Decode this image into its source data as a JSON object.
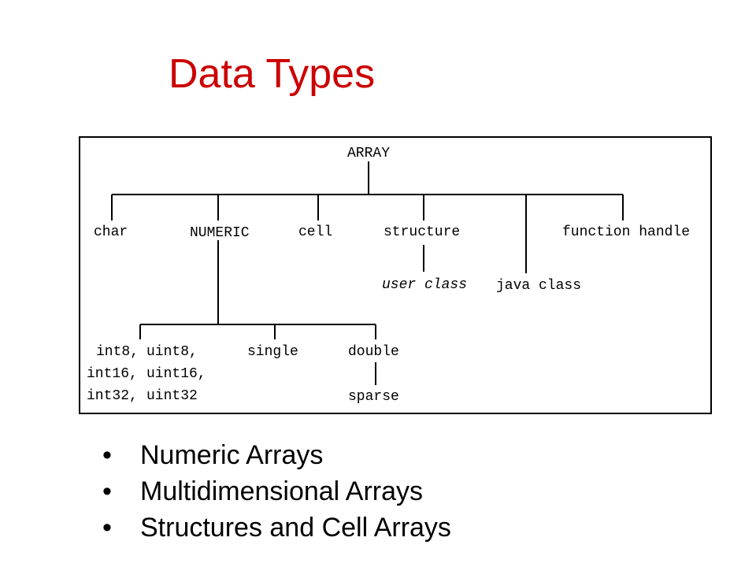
{
  "title": "Data Types",
  "colors": {
    "title": "#cc0000",
    "text": "#000000",
    "lines": "#000000"
  },
  "diagram": {
    "root": "ARRAY",
    "children": {
      "char": "char",
      "numeric": "NUMERIC",
      "cell": "cell",
      "structure": "structure",
      "function_handle": "function handle",
      "user_class": "user class",
      "java_class": "java class"
    },
    "numeric_children": {
      "int8": "int8,",
      "uint8": "uint8,",
      "int16": "int16,",
      "uint16": "uint16,",
      "int32": "int32,",
      "uint32": "uint32",
      "single": "single",
      "double": "double",
      "sparse": "sparse"
    }
  },
  "bullets": [
    {
      "symbol": "•",
      "text": "Numeric Arrays"
    },
    {
      "symbol": "•",
      "text": "Multidimensional Arrays"
    },
    {
      "symbol": "•",
      "text": "Structures and Cell Arrays"
    }
  ]
}
